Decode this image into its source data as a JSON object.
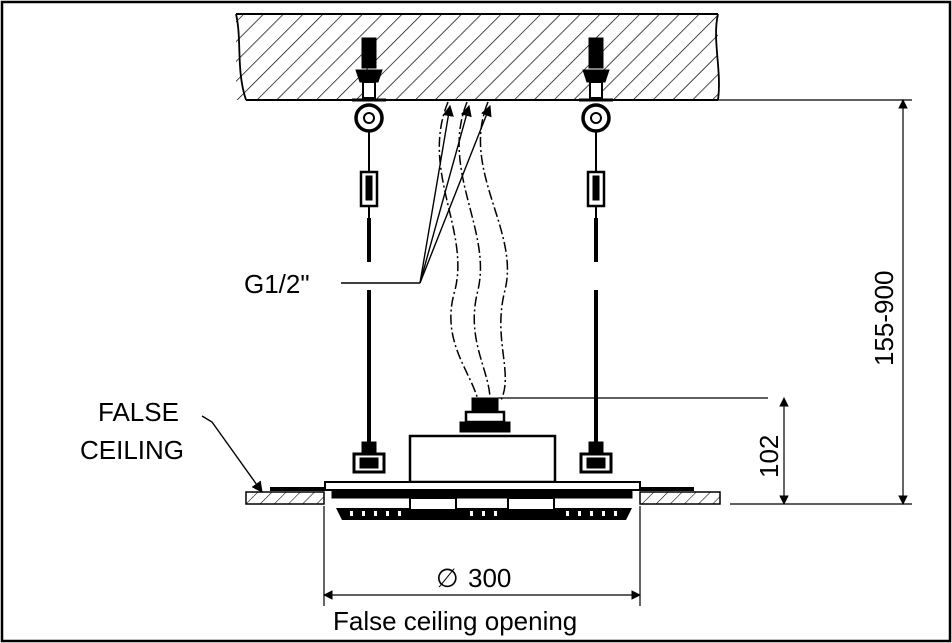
{
  "labels": {
    "fitting": "G1/2\"",
    "false_ceiling_line1": "FALSE",
    "false_ceiling_line2": "CEILING",
    "dim_vertical_total": "155-900",
    "dim_vertical_body": "102",
    "diameter_symbol": "∅",
    "dim_diameter": "300",
    "opening_caption": "False ceiling opening"
  },
  "colors": {
    "line": "#000000",
    "background": "#ffffff"
  }
}
